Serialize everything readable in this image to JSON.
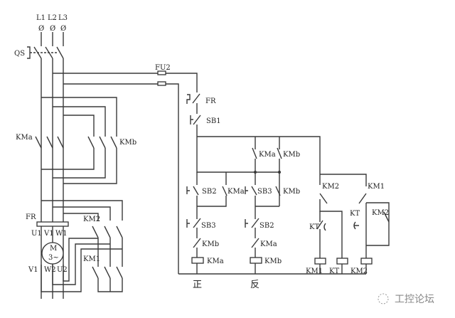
{
  "diagram": {
    "title": "Three-phase motor forward/reverse star-delta control schematic",
    "power_circuit": {
      "phases": [
        "L1",
        "L2",
        "L3"
      ],
      "terminal_symbol": "Ø",
      "main_switch": "QS",
      "forward_contactor": "KMa",
      "reverse_contactor": "KMb",
      "overload_relay": "FR",
      "motor_label": "M",
      "motor_type": "3~",
      "motor_terminals_top": [
        "U1",
        "V1",
        "W1"
      ],
      "motor_terminals_bottom": [
        "V1",
        "W2",
        "U2"
      ],
      "delta_contactor": "KM2",
      "star_contactor": "KM1"
    },
    "control_circuit": {
      "fuse": "FU2",
      "overload_contact": "FR",
      "stop_button": "SB1",
      "forward_branch": {
        "start_button": "SB2",
        "hold_contact": "KMa",
        "interlock_button": "SB3",
        "interlock_contact": "KMb",
        "coil": "KMa",
        "caption": "正"
      },
      "reverse_branch": {
        "start_button": "SB3",
        "hold_contact": "KMb",
        "interlock_button": "SB2",
        "interlock_contact": "KMa",
        "coil": "KMb",
        "caption": "反"
      },
      "top_parallel_contacts": [
        "KMa",
        "KMb"
      ],
      "star_delta_branch": {
        "km2_nc_contact": "KM2",
        "km1_contact": "KM1",
        "kt_nc_delay": "KT",
        "kt_no_delay": "KT",
        "km2_hold": "KM2",
        "coils": [
          "KM1",
          "KT",
          "KM2"
        ]
      }
    },
    "watermark": "工控论坛"
  }
}
